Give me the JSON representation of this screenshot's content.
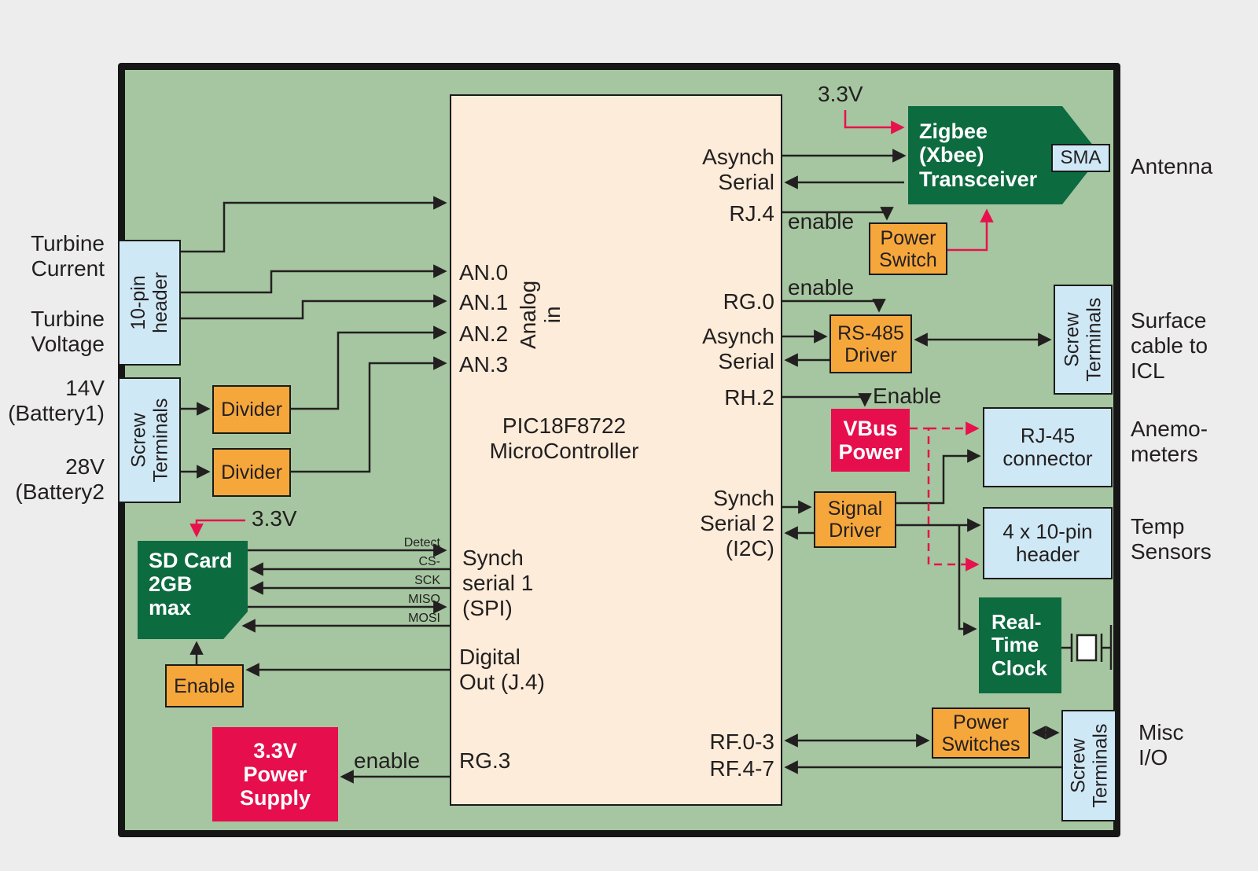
{
  "colors": {
    "board_green": "#a5c6a0",
    "mcu_cream": "#fcecd9",
    "module_orange": "#f6a73c",
    "connector_blue": "#cfe8f5",
    "ic_dark_green": "#0d6b40",
    "power_crimson": "#e60e4c",
    "wire_black": "#231f20",
    "wire_red": "#e8114d"
  },
  "mcu": {
    "title": "PIC18F8722\nMicroController",
    "analog_in": "Analog in",
    "an0": "AN.0",
    "an1": "AN.1",
    "an2": "AN.2",
    "an3": "AN.3",
    "synch_serial1": "Synch\nserial 1\n(SPI)",
    "digital_out": "Digital\nOut (J.4)",
    "rg3": "RG.3",
    "asynch_serial_top": "Asynch\nSerial",
    "rj4": "RJ.4",
    "rg0": "RG.0",
    "asynch_serial_mid": "Asynch\nSerial",
    "rh2": "RH.2",
    "synch_serial2": "Synch\nSerial 2\n(I2C)",
    "rf0_3": "RF.0-3",
    "rf4_7": "RF.4-7"
  },
  "blocks": {
    "ten_pin_header": "10-pin\nheader",
    "screw_terminals_left": "Screw\nTerminals",
    "divider1": "Divider",
    "divider2": "Divider",
    "sd_card": "SD Card\n2GB\nmax",
    "sd_enable": "Enable",
    "power_supply": "3.3V\nPower\nSupply",
    "zigbee": "Zigbee\n(Xbee)\nTransceiver",
    "sma": "SMA",
    "power_switch": "Power\nSwitch",
    "rs485_driver": "RS-485\nDriver",
    "screw_terminals_right_top": "Screw\nTerminals",
    "vbus_power": "VBus\nPower",
    "signal_driver": "Signal\nDriver",
    "rj45_connector": "RJ-45\nconnector",
    "header_4x10": "4 x 10-pin\nheader",
    "rtc": "Real-\nTime\nClock",
    "power_switches": "Power\nSwitches",
    "screw_terminals_right_bottom": "Screw\nTerminals"
  },
  "external_labels": {
    "turbine_current": "Turbine\nCurrent",
    "turbine_voltage": "Turbine\nVoltage",
    "battery1": "14V\n(Battery1)",
    "battery2": "28V\n(Battery2",
    "antenna": "Antenna",
    "surface_cable": "Surface\ncable to\nICL",
    "anemometers": "Anemo-\nmeters",
    "temp_sensors": "Temp\nSensors",
    "misc_io": "Misc\nI/O"
  },
  "wire_labels": {
    "v33_zigbee": "3.3V",
    "v33_sd": "3.3V",
    "enable_zigbee": "enable",
    "enable_rs485": "enable",
    "enable_vbus": "Enable",
    "enable_psu": "enable",
    "detect": "Detect",
    "cs": "CS-",
    "sck": "SCK",
    "miso": "MISO",
    "mosi": "MOSI"
  }
}
